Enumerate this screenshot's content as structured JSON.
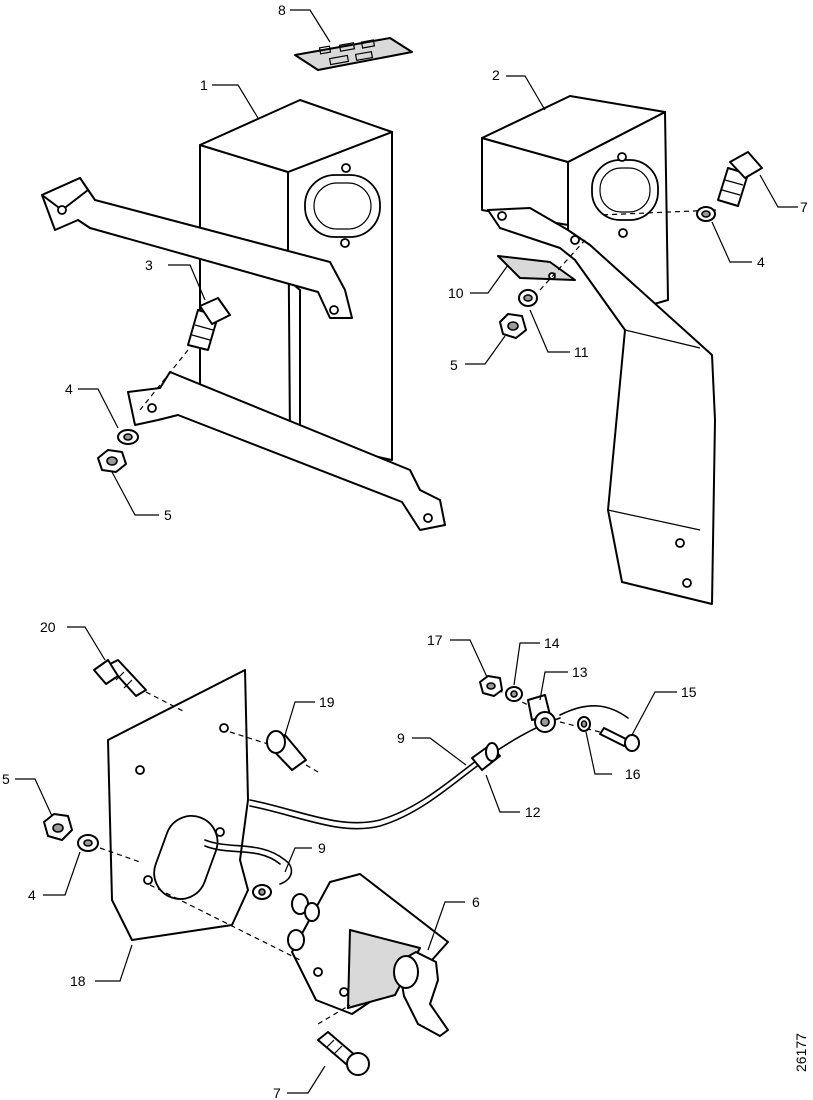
{
  "callouts": {
    "c8": "8",
    "c1": "1",
    "c2": "2",
    "c7a": "7",
    "c3": "3",
    "c4a": "4",
    "c10": "10",
    "c5a": "5",
    "c11": "11",
    "c4b": "4",
    "c5b": "5",
    "c20": "20",
    "c17": "17",
    "c14": "14",
    "c13": "13",
    "c15": "15",
    "c19": "19",
    "c9a": "9",
    "c16": "16",
    "c5c": "5",
    "c12": "12",
    "c9b": "9",
    "c4c": "4",
    "c6": "6",
    "c18": "18",
    "c7b": "7"
  },
  "drawing_number": "26177"
}
